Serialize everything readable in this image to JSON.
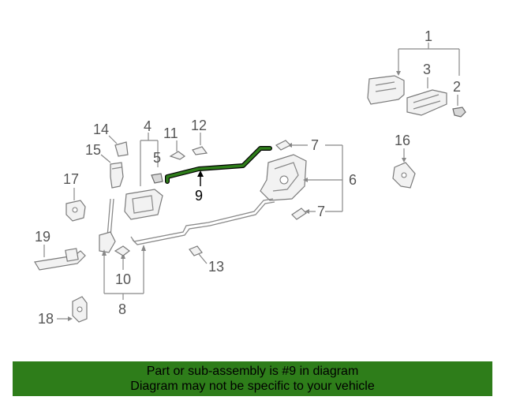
{
  "callouts": {
    "c1": "1",
    "c2": "2",
    "c3": "3",
    "c4": "4",
    "c5": "5",
    "c6": "6",
    "c7a": "7",
    "c7b": "7",
    "c8": "8",
    "c9": "9",
    "c10": "10",
    "c11": "11",
    "c12": "12",
    "c13": "13",
    "c14": "14",
    "c15": "15",
    "c16": "16",
    "c17": "17",
    "c18": "18",
    "c19": "19"
  },
  "banner": {
    "line1": "Part or sub-assembly is #9 in diagram",
    "line2": "Diagram may not be specific to your vehicle"
  },
  "colors": {
    "banner_bg": "#2e7d1a",
    "highlight_part": "#2e7d1a"
  }
}
